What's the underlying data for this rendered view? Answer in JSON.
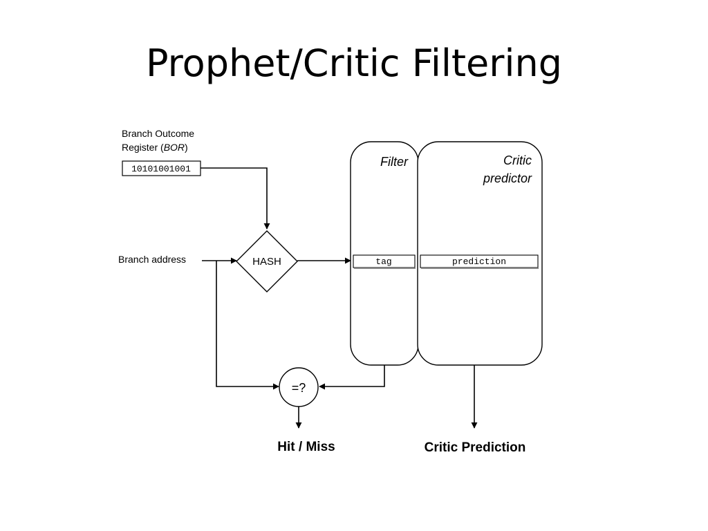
{
  "title": "Prophet/Critic Filtering",
  "diagram": {
    "bor_label_line1": "Branch Outcome",
    "bor_label_line2_prefix": "Register (",
    "bor_label_line2_italic": "BOR",
    "bor_label_line2_suffix": ")",
    "bor_value": "10101001001",
    "branch_address_label": "Branch address",
    "hash_label": "HASH",
    "filter_label": "Filter",
    "critic_label_line1": "Critic",
    "critic_label_line2": "predictor",
    "tag_label": "tag",
    "prediction_label": "prediction",
    "compare_label": "=?",
    "hit_miss_label": "Hit / Miss",
    "critic_prediction_label": "Critic Prediction"
  }
}
